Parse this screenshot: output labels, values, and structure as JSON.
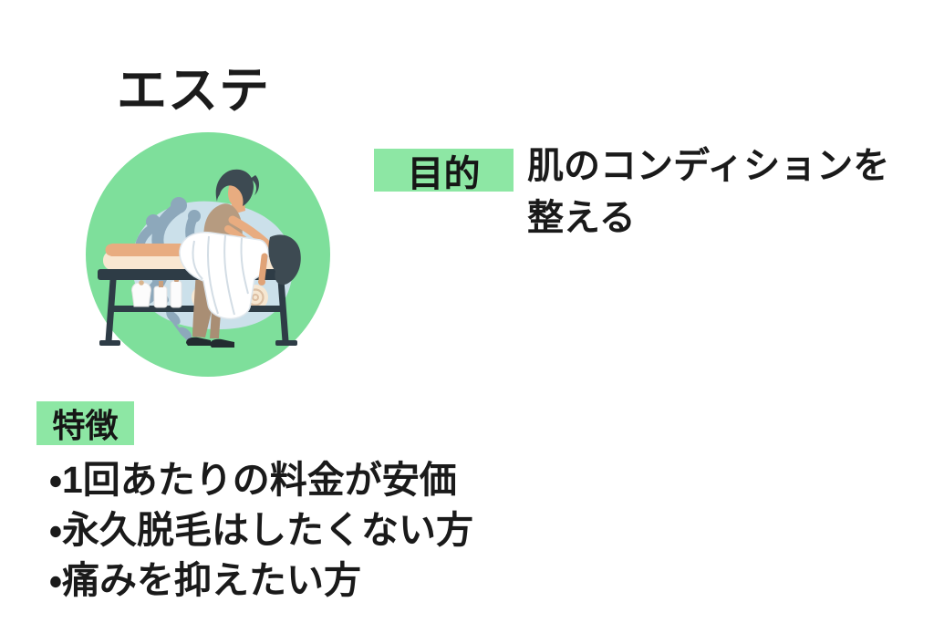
{
  "title": "エステ",
  "purpose": {
    "label": "目的",
    "text": "肌のコンディションを\n整える"
  },
  "features": {
    "label": "特徴",
    "items": [
      "・1回あたりの料金が安価",
      "・永久脱毛はしたくない方",
      "・痛みを抑えたい方"
    ]
  },
  "illustration": {
    "name": "esthetic-massage-illustration"
  },
  "colors": {
    "badge_green": "#8DE7A4",
    "circle_green": "#7EDF9B",
    "inner_blob_blue": "#CBE0EA",
    "leaf_slate": "#8DA8BB",
    "table_dark": "#2E3C46",
    "mattress_cream": "#F9E7D1",
    "towel_roll_cream": "#F6E7D2",
    "skin": "#E8AC80",
    "shirt_tan": "#B69B80",
    "pants_tan": "#A98E74",
    "hair_dark": "#3D4A52",
    "text_black": "#1A1A1A",
    "background": "#FFFFFF"
  }
}
